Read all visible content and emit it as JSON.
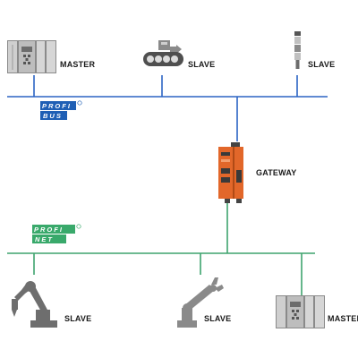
{
  "labels": {
    "master_top": "MASTER",
    "slave_conveyor": "SLAVE",
    "slave_tower": "SLAVE",
    "gateway": "GATEWAY",
    "slave_robot1": "SLAVE",
    "slave_robot2": "SLAVE",
    "master_bottom": "MASTER"
  },
  "logos": {
    "profibus": {
      "row1": "PROFI",
      "row2": "BUS",
      "color": "#1f5fb5"
    },
    "profinet": {
      "row1": "PROFI",
      "row2": "NET",
      "color": "#39a96b"
    }
  },
  "colors": {
    "profibus_line": "#2c64c4",
    "profinet_line": "#3ea36e",
    "device_gray": "#8a8a8a",
    "gateway_orange": "#e2672a"
  }
}
